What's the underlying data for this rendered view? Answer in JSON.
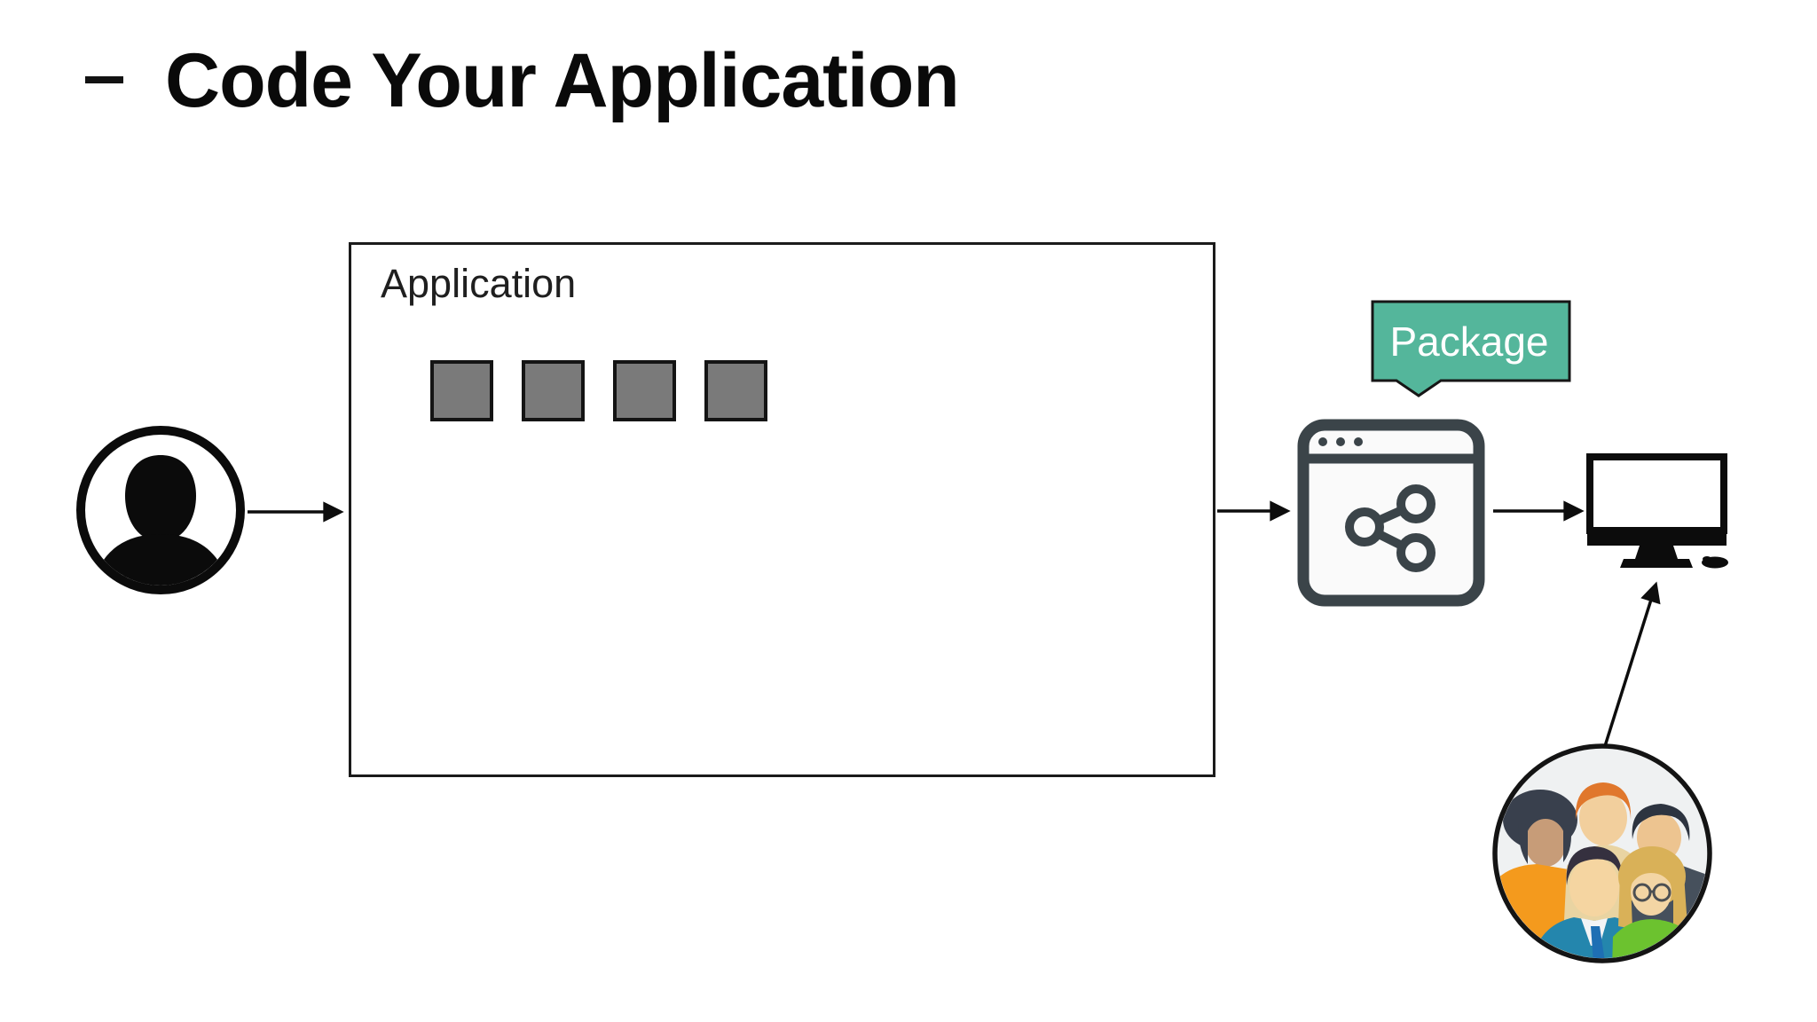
{
  "page": {
    "background": "#ffffff"
  },
  "header": {
    "title": "Code Your Application"
  },
  "diagram": {
    "developer": {
      "icon": "person-avatar-icon"
    },
    "application_box": {
      "label": "Application",
      "modules_count": 4,
      "module_color": "#7a7a7a"
    },
    "package_callout": {
      "label": "Package",
      "fill": "#54b69b",
      "text_color": "#ffffff"
    },
    "package_icon": {
      "icon": "browser-share-icon",
      "color": "#3b4449"
    },
    "computer": {
      "icon": "desktop-computer-icon",
      "color": "#0c0c0c"
    },
    "users": {
      "icon": "users-group-icon"
    },
    "arrow_color": "#0d0d0d"
  }
}
